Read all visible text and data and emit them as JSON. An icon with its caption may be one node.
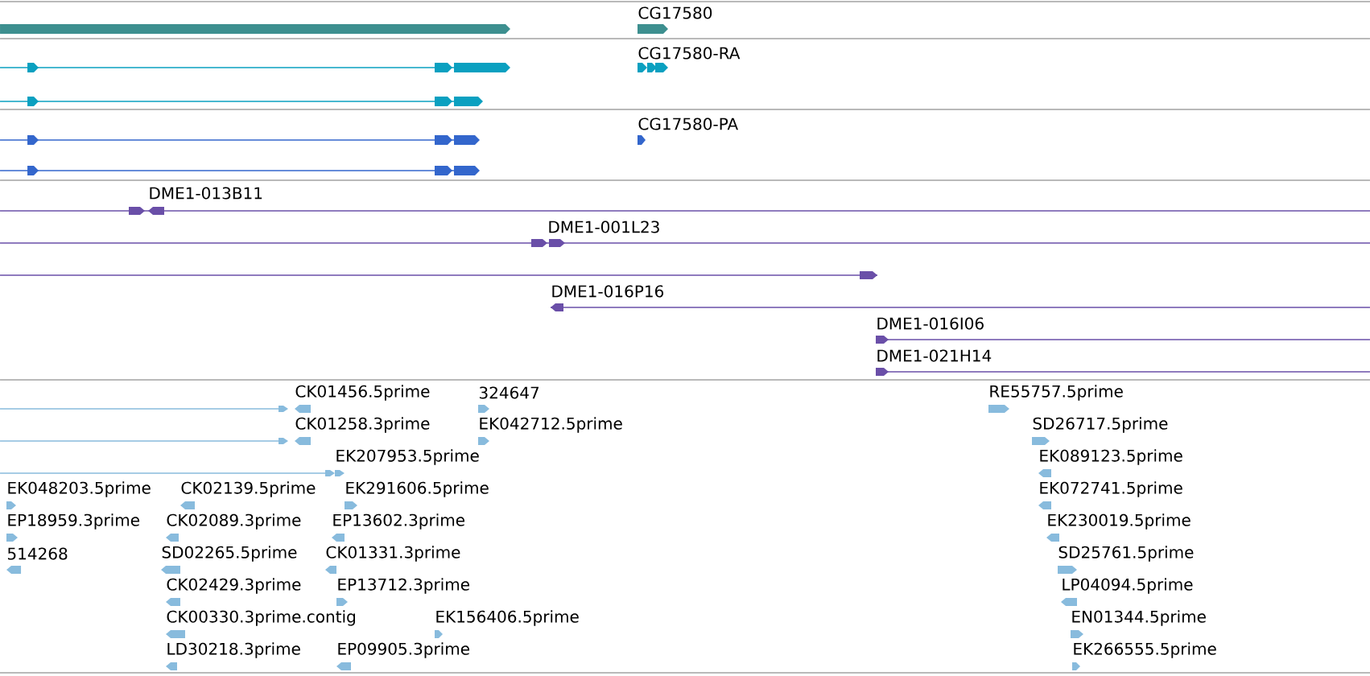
{
  "diagram": {
    "labels": [
      "CG17580",
      "CG17580-RA",
      "CG17580-PA",
      "DME1-013B11",
      "DME1-001L23",
      "DME1-016P16",
      "DME1-016I06",
      "DME1-021H14",
      "CK01456.5prime",
      "324647",
      "CK01258.3prime",
      "EK042712.5prime",
      "EK207953.5prime",
      "EK048203.5prime",
      "CK02139.5prime",
      "EK291606.5prime",
      "EP18959.3prime",
      "CK02089.3prime",
      "EP13602.3prime",
      "514268",
      "SD02265.5prime",
      "CK01331.3prime",
      "CK02429.3prime",
      "EP13712.3prime",
      "CK00330.3prime.contig",
      "EK156406.5prime",
      "LD30218.3prime",
      "EP09905.3prime",
      "RE55757.5prime",
      "SD26717.5prime",
      "EK089123.5prime",
      "EK072741.5prime",
      "EK230019.5prime",
      "SD25761.5prime",
      "LP04094.5prime",
      "EN01344.5prime",
      "EK266555.5prime"
    ]
  }
}
